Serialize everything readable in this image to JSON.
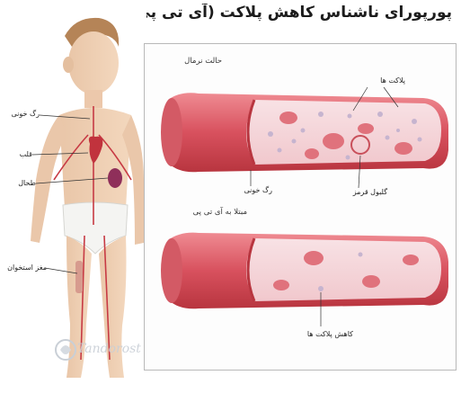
{
  "title": "پورپورای ناشناس کاهش پلاکت (آی تی پی)",
  "normal_panel": {
    "label": "حالت نرمال",
    "platelets": "پلاکت ها",
    "vessel": "رگ خونی",
    "rbc": "گلبول قرمز"
  },
  "itp_panel": {
    "label": "مبتلا به آی تی پی",
    "reduced": "کاهش پلاکت ها"
  },
  "body_labels": {
    "vessel": "رگ خونی",
    "heart": "قلب",
    "spleen": "طحال",
    "marrow": "مغز استخوان"
  },
  "watermark": "Tandorost",
  "colors": {
    "vessel_wall": "#d8515e",
    "lumen": "#f6d7db",
    "rbc": "#e0727c",
    "platelet": "#c6b4cf"
  }
}
